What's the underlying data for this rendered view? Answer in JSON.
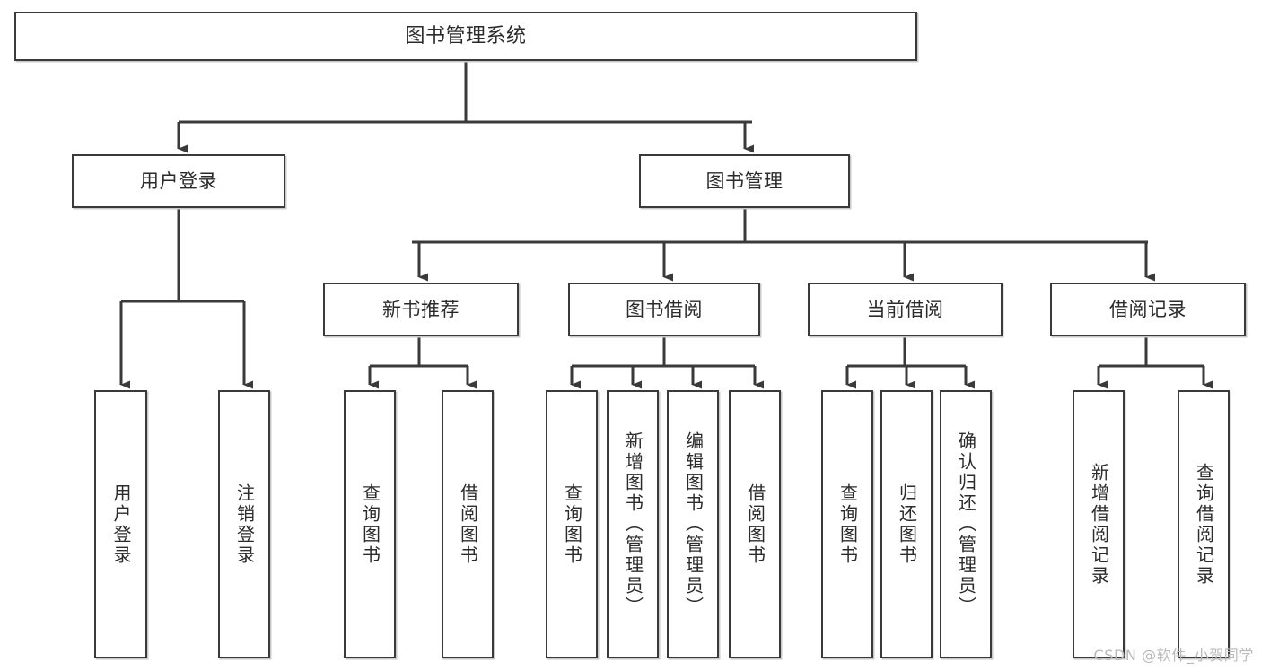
{
  "diagram": {
    "title": "图书管理系统",
    "type": "tree",
    "watermark": "CSDN @软件_小贺同学",
    "colors": {
      "node_border": "#3a3a3a",
      "node_fill": "#ffffff",
      "edge": "#3a3a3a",
      "text": "#2b2b2b",
      "watermark": "#b9b9b9",
      "background": "#ffffff"
    },
    "nodes": {
      "root": {
        "label": "图书管理系统"
      },
      "level1": [
        {
          "id": "user-login",
          "label": "用户登录"
        },
        {
          "id": "book-manage",
          "label": "图书管理"
        }
      ],
      "level2": [
        {
          "id": "new-book-recommend",
          "label": "新书推荐"
        },
        {
          "id": "book-borrow",
          "label": "图书借阅"
        },
        {
          "id": "current-borrow",
          "label": "当前借阅"
        },
        {
          "id": "borrow-record",
          "label": "借阅记录"
        }
      ],
      "leaves": {
        "user-login": [
          {
            "id": "leaf-user-login",
            "label": "用户登录"
          },
          {
            "id": "leaf-user-logout",
            "label": "注销登录"
          }
        ],
        "new-book-recommend": [
          {
            "id": "leaf-query-book-1",
            "label": "查询图书"
          },
          {
            "id": "leaf-borrow-book-1",
            "label": "借阅图书"
          }
        ],
        "book-borrow": [
          {
            "id": "leaf-query-book-2",
            "label": "查询图书"
          },
          {
            "id": "leaf-add-book",
            "label": "新增图书（管理员）"
          },
          {
            "id": "leaf-edit-book",
            "label": "编辑图书（管理员）"
          },
          {
            "id": "leaf-borrow-book-2",
            "label": "借阅图书"
          }
        ],
        "current-borrow": [
          {
            "id": "leaf-query-book-3",
            "label": "查询图书"
          },
          {
            "id": "leaf-return-book",
            "label": "归还图书"
          },
          {
            "id": "leaf-confirm-return",
            "label": "确认归还（管理员）"
          }
        ],
        "borrow-record": [
          {
            "id": "leaf-add-record",
            "label": "新增借阅记录"
          },
          {
            "id": "leaf-query-record",
            "label": "查询借阅记录"
          }
        ]
      }
    }
  }
}
